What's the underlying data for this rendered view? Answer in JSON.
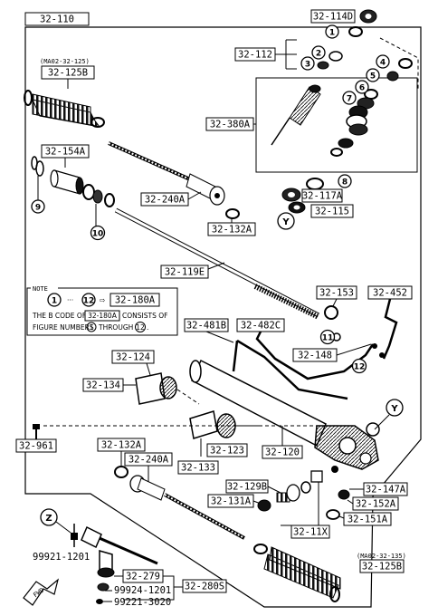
{
  "main_code": "32-110",
  "note": {
    "heading": "NOTE",
    "range_start": "1",
    "range_sep": "···",
    "range_end": "12",
    "arrow": "⇨",
    "code": "32-180A",
    "line1_pre": "THE B CODE OF",
    "line1_code": "32-180A",
    "line1_post": "CONSISTS OF",
    "line2_pre": "FIGURE NUMBERS",
    "line2_n1": "1",
    "line2_mid": "THROUGH",
    "line2_n2": "12",
    "line2_end": "."
  },
  "ref_top": "(MA02-32-125)",
  "ref_bottom": "(MA02-32-135)",
  "part_labels": {
    "p_114d": "32-114D",
    "p_112": "32-112",
    "p_125b_top": "32-125B",
    "p_380a": "32-380A",
    "p_154a": "32-154A",
    "p_240a_top": "32-240A",
    "p_132a_top": "32-132A",
    "p_117a": "32-117A",
    "p_115": "32-115",
    "p_119e": "32-119E",
    "p_153": "32-153",
    "p_452": "32-452",
    "p_481b": "32-481B",
    "p_482c": "32-482C",
    "p_148": "32-148",
    "p_124": "32-124",
    "p_134": "32-134",
    "p_961": "32-961",
    "p_132a_bot": "32-132A",
    "p_123": "32-123",
    "p_120": "32-120",
    "p_240a_bot": "32-240A",
    "p_133": "32-133",
    "p_129b": "32-129B",
    "p_147a": "32-147A",
    "p_131a": "32-131A",
    "p_152a": "32-152A",
    "p_151a": "32-151A",
    "p_11x": "32-11X",
    "p_125b_bot": "32-125B",
    "p_279": "32-279",
    "p_280s": "32-280S"
  },
  "plain_labels": {
    "bolt": "99921-1201",
    "nut": "99924-1201",
    "pin": "99221-3020"
  },
  "callouts": [
    "1",
    "2",
    "3",
    "4",
    "5",
    "6",
    "7",
    "8",
    "9",
    "10",
    "11",
    "12"
  ],
  "connectors": {
    "y": "Y",
    "z": "Z"
  },
  "fwd": "FWD"
}
